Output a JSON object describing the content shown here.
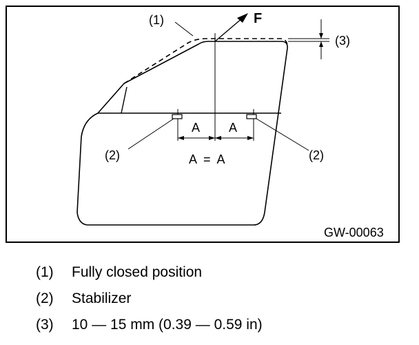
{
  "figure": {
    "labels": {
      "closed": "(1)",
      "force": "F",
      "gap": "(3)",
      "stabilizer_left": "(2)",
      "stabilizer_right": "(2)",
      "dist_left": "A",
      "dist_right": "A",
      "equation": "A  =  A"
    },
    "code": "GW-00063"
  },
  "legend": [
    {
      "num": "(1)",
      "text": "Fully closed position"
    },
    {
      "num": "(2)",
      "text": "Stabilizer"
    },
    {
      "num": "(3)",
      "text": "10 — 15 mm (0.39 — 0.59 in)"
    }
  ]
}
